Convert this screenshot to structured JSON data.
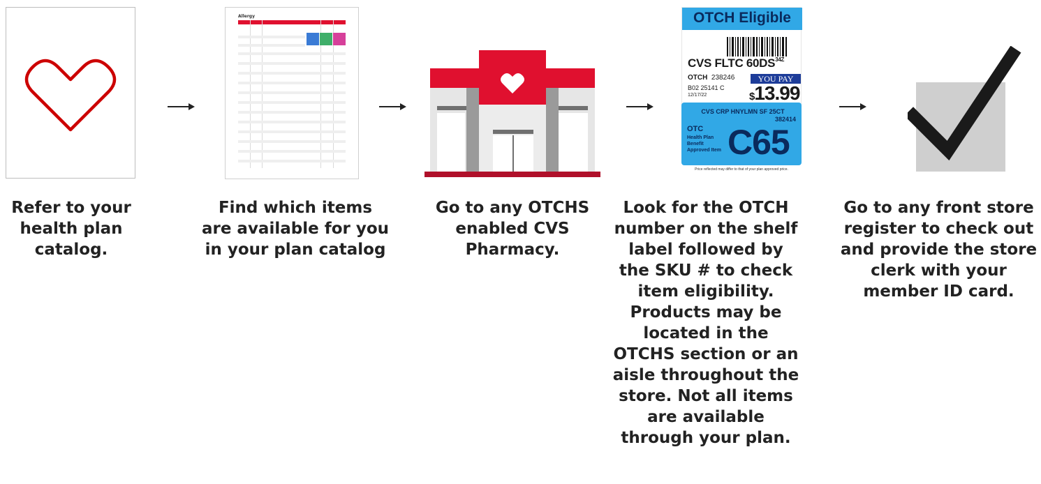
{
  "steps": [
    {
      "caption": "Refer to your health plan catalog.",
      "icon": "heart-icon"
    },
    {
      "caption": "Find which items are available for you in your plan catalog",
      "icon": "catalog-sheet-icon"
    },
    {
      "caption": "Go to any OTCHS enabled CVS Pharmacy.",
      "icon": "store-icon"
    },
    {
      "caption": "Look for the OTCH number on the shelf label followed by the SKU # to check item eligibility. Products may be located in the OTCHS section or an aisle throughout the store. Not all items are available through your plan.",
      "icon": "shelf-label-icon"
    },
    {
      "caption": "Go to any front store register to check out and provide the store clerk with your member ID card.",
      "icon": "checkmark-icon"
    }
  ],
  "catalog": {
    "title": "Allergy"
  },
  "shelf_label": {
    "band": "OTCH Eligible",
    "product": "CVS FLTC 60DS",
    "product_sup": "34Z",
    "otch_label": "OTCH",
    "otch_number": "238246",
    "line3": "B02  25141  C",
    "date": "12/17/22",
    "you_pay": "YOU PAY",
    "currency": "$",
    "price": "13.99",
    "bottom_name": "CVS CRP HNYLMN SF 25CT",
    "bottom_code": "382414",
    "bottom_otc": "OTC",
    "bottom_desc": "Health Plan Benefit Approved Item",
    "bottom_big": "C65",
    "fine_print": "Price reflected may differ to that of your plan approved price."
  },
  "colors": {
    "brand_red": "#cc0000",
    "tag_blue": "#31a8e6",
    "navy": "#0a2a5c"
  }
}
